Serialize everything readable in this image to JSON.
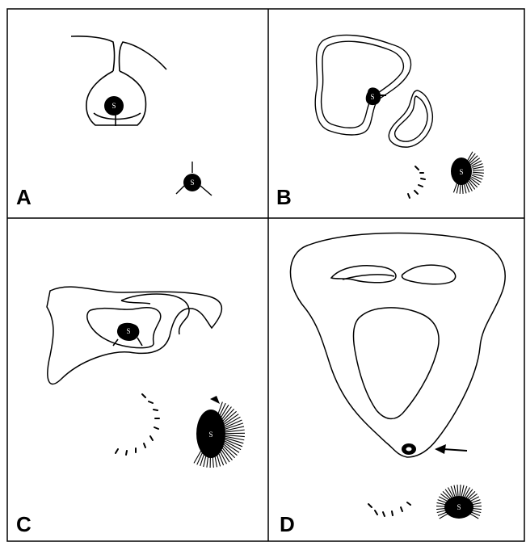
{
  "panels": [
    {
      "id": "A",
      "label": "A"
    },
    {
      "id": "B",
      "label": "B"
    },
    {
      "id": "C",
      "label": "C"
    },
    {
      "id": "D",
      "label": "D"
    }
  ],
  "cell_marker": "S",
  "colors": {
    "ink": "#000000",
    "background": "#ffffff"
  }
}
